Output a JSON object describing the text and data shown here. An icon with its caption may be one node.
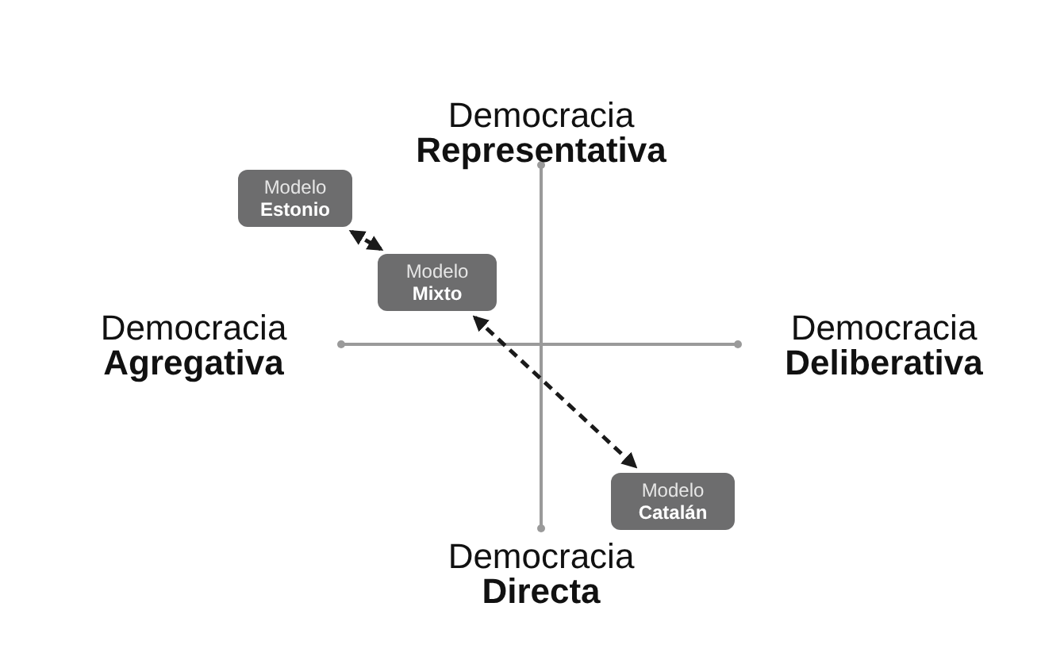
{
  "diagram": {
    "nodes": [
      {
        "text": [
          "Modelo",
          "Estonio"
        ]
      },
      {
        "text": [
          "Modelo",
          "Mixto"
        ]
      },
      {
        "text": [
          "Modelo",
          "Catalán"
        ]
      }
    ],
    "edges": [
      {
        "from": 0,
        "to": 1,
        "arrow": "both",
        "style": "dashed"
      },
      {
        "from": 1,
        "to": 2,
        "arrow": "both",
        "style": "dashed"
      }
    ],
    "labels": [
      "Democracia",
      "Representativa",
      "Democracia",
      "Agregativa",
      "Democracia",
      "Deliberativa",
      "Democracia",
      "Directa"
    ]
  }
}
